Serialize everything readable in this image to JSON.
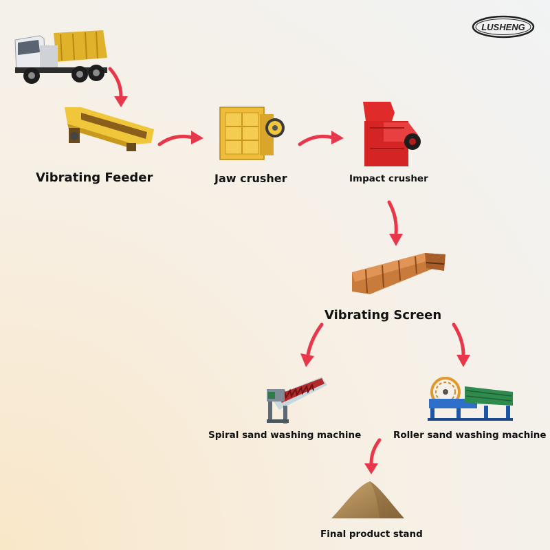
{
  "brand": {
    "logo_text": "LUSHENG",
    "color": "#1f1f1f"
  },
  "accent_color": "#e8374a",
  "steps": {
    "truck": {
      "icon": "dump-truck-icon"
    },
    "vibrating_feeder": {
      "label": "Vibrating Feeder",
      "icon": "vibrating-feeder-icon"
    },
    "jaw_crusher": {
      "label": "Jaw crusher",
      "icon": "jaw-crusher-icon"
    },
    "impact_crusher": {
      "label": "Impact crusher",
      "icon": "impact-crusher-icon"
    },
    "vibrating_screen": {
      "label": "Vibrating Screen",
      "icon": "vibrating-screen-icon"
    },
    "spiral_washer": {
      "label": "Spiral sand washing machine",
      "icon": "spiral-washer-icon"
    },
    "roller_washer": {
      "label": "Roller sand washing machine",
      "icon": "roller-washer-icon"
    },
    "final_product": {
      "label": "Final product stand",
      "icon": "sand-pile-icon"
    }
  }
}
